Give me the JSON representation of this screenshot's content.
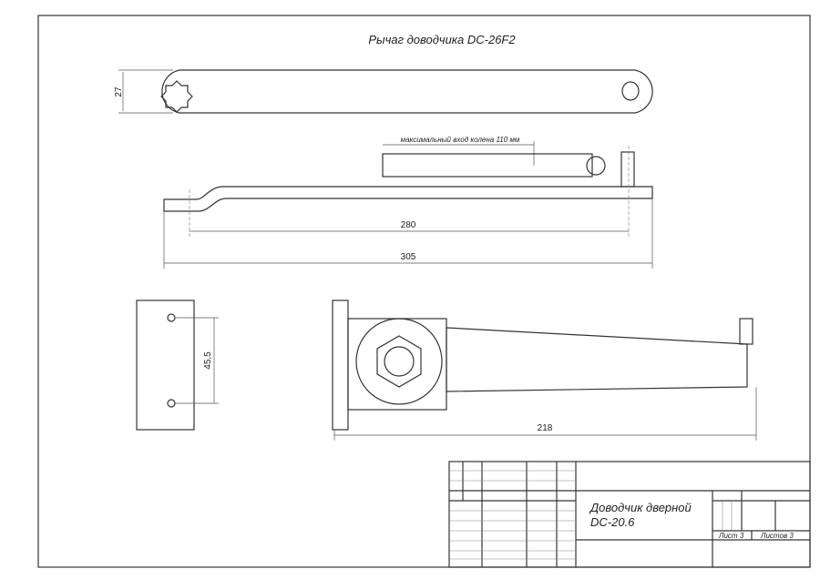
{
  "drawing_title": "Рычаг доводчика DC-26F2",
  "dimensions": {
    "lever_width": "27",
    "knee_max": "максимальный вход колена 110 мм",
    "axis_distance": "280",
    "total_length": "305",
    "plate_holes": "45,5",
    "body_length": "218"
  },
  "title_block": {
    "name_line1": "Доводчик дверной",
    "name_line2": "DC-20.6",
    "sheet": "Лист 3",
    "sheets": "Листов 3"
  }
}
